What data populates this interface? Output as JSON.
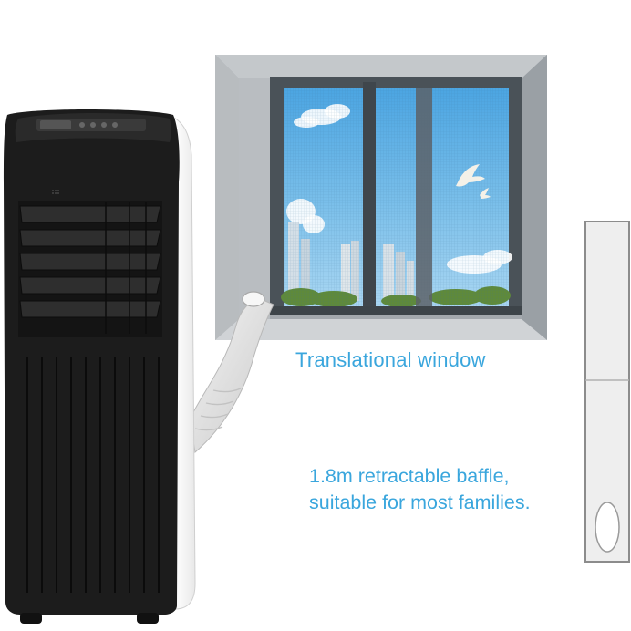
{
  "captions": {
    "window": "Translational window",
    "baffle_line1": "1.8m retractable baffle,",
    "baffle_line2": "suitable for most families."
  },
  "colors": {
    "caption_text": "#3aa6dd",
    "unit_body": "#1c1c1c",
    "unit_side": "#f2f2f2",
    "window_frame": "#8e949a",
    "window_sash": "#4a5258",
    "sky": "#6fb6e6",
    "baffle": "#eeeeee",
    "hose": "#e6e6e6"
  },
  "icons": {
    "bird": "bird-icon"
  }
}
